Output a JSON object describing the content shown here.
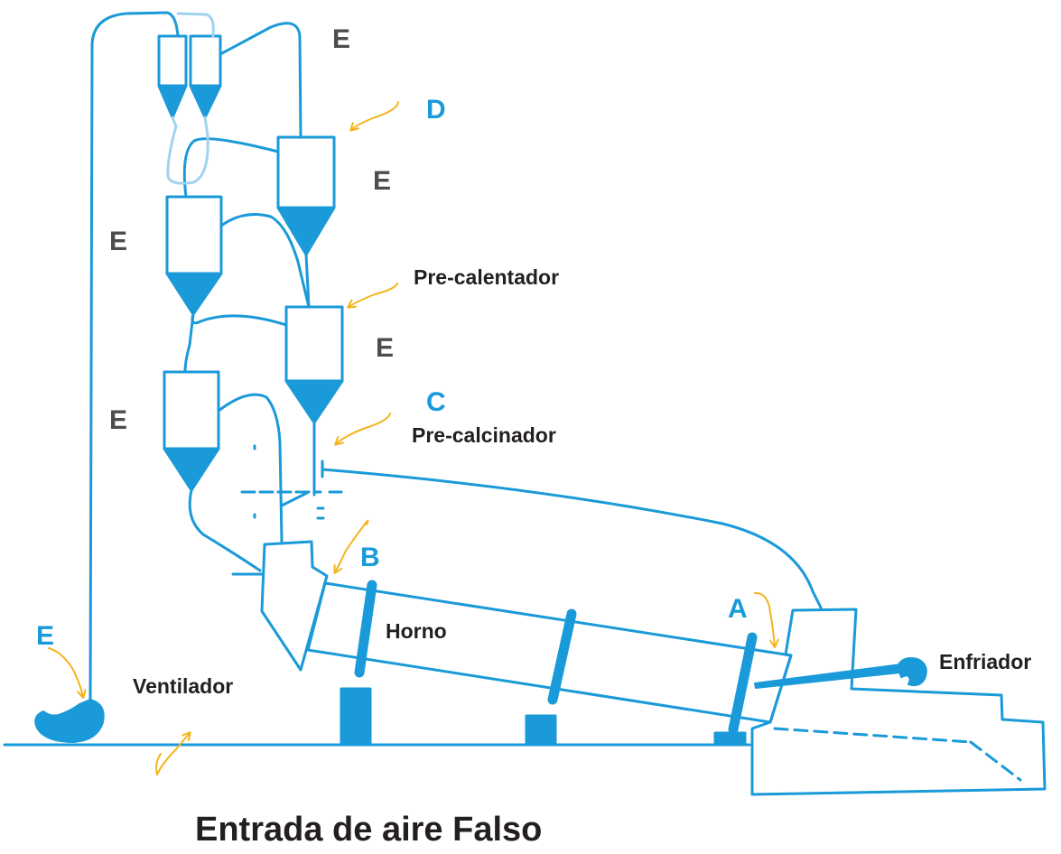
{
  "colors": {
    "process_line": "#1a9ad8",
    "light_line": "#9fd3ef",
    "arrow": "#f2b51d",
    "gray_label": "#4d4d4f",
    "dark_label": "#231f20"
  },
  "icons": {
    "false_air_inlet": "curved-arrow-icon",
    "fan": "fan-icon"
  },
  "points": {
    "A": "A",
    "B": "B",
    "C": "C",
    "D": "D",
    "E_fan": "E"
  },
  "duct_labels": {
    "e1": "E",
    "e2": "E",
    "e3": "E",
    "e4": "E",
    "e5": "E"
  },
  "components": {
    "precalentador": "Pre-calentador",
    "precalcinador": "Pre-calcinador",
    "horno": "Horno",
    "enfriador": "Enfriador",
    "ventilador": "Ventilador"
  },
  "legend": {
    "text": "Entrada de aire Falso"
  }
}
